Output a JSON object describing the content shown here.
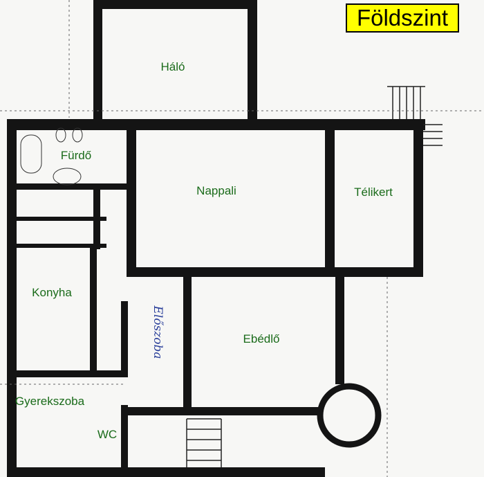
{
  "title": "Földszint",
  "rooms": {
    "halo": "Háló",
    "furdo": "Fürdő",
    "nappali": "Nappali",
    "telikert": "Télikert",
    "konyha": "Konyha",
    "ebedlo": "Ebédlő",
    "gyerekszoba": "Gyerekszoba",
    "wc": "WC",
    "eloszoba": "Előszoba"
  },
  "colors": {
    "label": "#1a6b1a",
    "title_bg": "#ffff00",
    "wall": "#111111",
    "handwriting": "#2a3f9a"
  }
}
